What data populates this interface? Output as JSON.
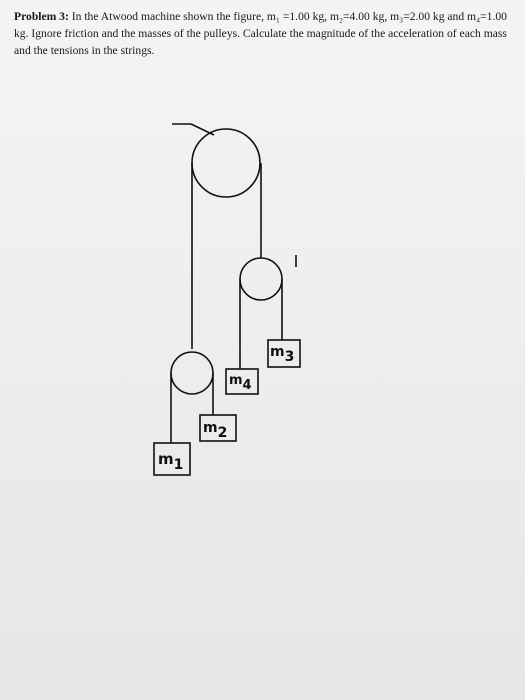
{
  "problem": {
    "label": "Problem 3:",
    "text": "In the Atwood machine shown the figure, m₁ =1.00 kg, m₂=4.00 kg, m₃=2.00 kg and m₄=1.00 kg. Ignore friction and the masses of the pulleys. Calculate the magnitude of the acceleration of each mass and the tensions in the strings."
  },
  "figure": {
    "masses": [
      {
        "m": "m",
        "sub": "1"
      },
      {
        "m": "m",
        "sub": "2"
      },
      {
        "m": "m",
        "sub": "3"
      },
      {
        "m": "m",
        "sub": "4"
      }
    ]
  },
  "colors": {
    "ink": "#111111",
    "text": "#1a1a1a",
    "paper": "#eeeeec"
  }
}
